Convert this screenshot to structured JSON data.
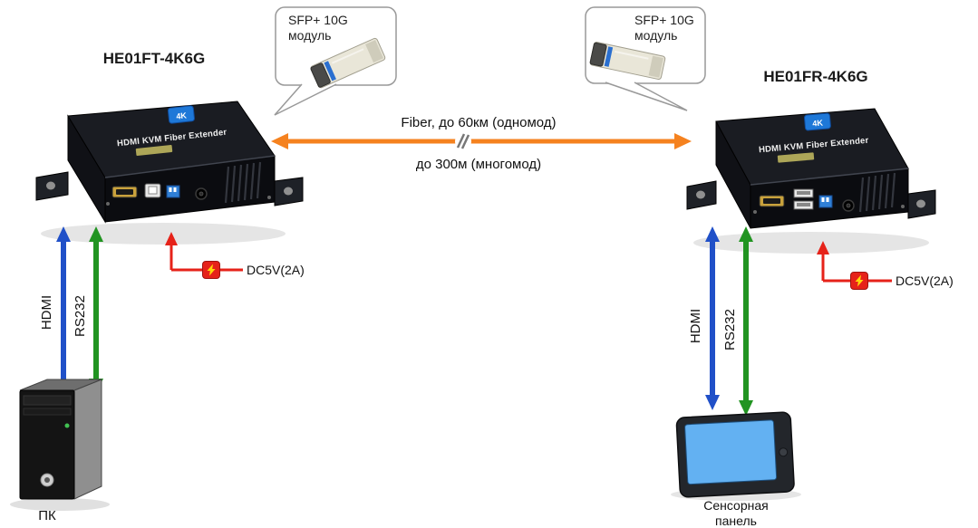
{
  "colors": {
    "fiber_arrow": "#F5821F",
    "hdmi_arrow": "#2050C8",
    "rs232_arrow": "#219421",
    "power_red": "#E62219",
    "bolt_yellow": "#FFD60A",
    "panel_screen": "#63B1F2",
    "device_body": "#1A1C22"
  },
  "left_device": {
    "title": "HE01FT-4K6G",
    "badge": "4K",
    "face_label": "HDMI KVM Fiber Extender"
  },
  "right_device": {
    "title": "HE01FR-4K6G",
    "badge": "4K",
    "face_label": "HDMI KVM Fiber Extender"
  },
  "sfp_left": {
    "line1": "SFP+ 10G",
    "line2": "модуль"
  },
  "sfp_right": {
    "line1": "SFP+ 10G",
    "line2": "модуль"
  },
  "fiber_link": {
    "label_top": "Fiber, до 60км (одномод)",
    "label_bottom": "до 300м (многомод)"
  },
  "left_connections": {
    "hdmi": "HDMI",
    "rs232": "RS232",
    "power": "DC5V(2A)"
  },
  "right_connections": {
    "hdmi": "HDMI",
    "rs232": "RS232",
    "power": "DC5V(2A)"
  },
  "pc": {
    "label": "ПК"
  },
  "touch_panel": {
    "label_line1": "Сенсорная",
    "label_line2": "панель"
  },
  "icons": {
    "power_plug": "lightning-bolt-in-red-square",
    "fiber_break": "double-slash",
    "sfp_module": "sfp-transceiver"
  }
}
